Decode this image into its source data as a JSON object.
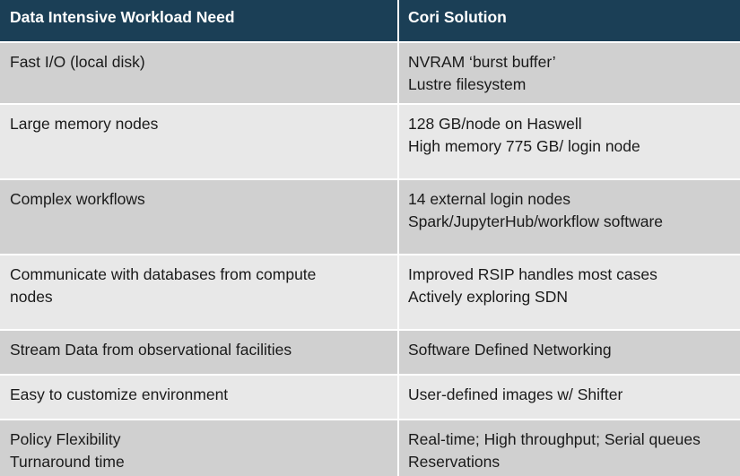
{
  "header": {
    "col1": "Data Intensive Workload Need",
    "col2": "Cori Solution"
  },
  "rows": [
    {
      "need": [
        "Fast I/O (local disk)"
      ],
      "solution": [
        "NVRAM ‘burst buffer’",
        "Lustre filesystem"
      ]
    },
    {
      "need": [
        "Large memory nodes"
      ],
      "solution": [
        "128 GB/node on Haswell",
        "High memory 775 GB/ login node"
      ]
    },
    {
      "need": [
        "Complex workflows"
      ],
      "solution": [
        "14 external login nodes",
        "Spark/JupyterHub/workflow software"
      ]
    },
    {
      "need": [
        "Communicate with databases from compute",
        "nodes"
      ],
      "solution": [
        "Improved RSIP handles most cases",
        "Actively exploring SDN"
      ]
    },
    {
      "need": [
        "Stream Data from observational facilities"
      ],
      "solution": [
        "Software Defined Networking"
      ]
    },
    {
      "need": [
        "Easy to customize environment"
      ],
      "solution": [
        "User-defined images w/ Shifter"
      ]
    },
    {
      "need": [
        "Policy Flexibility",
        "Turnaround time"
      ],
      "solution": [
        "Real-time; High throughput; Serial queues",
        "Reservations"
      ]
    }
  ]
}
